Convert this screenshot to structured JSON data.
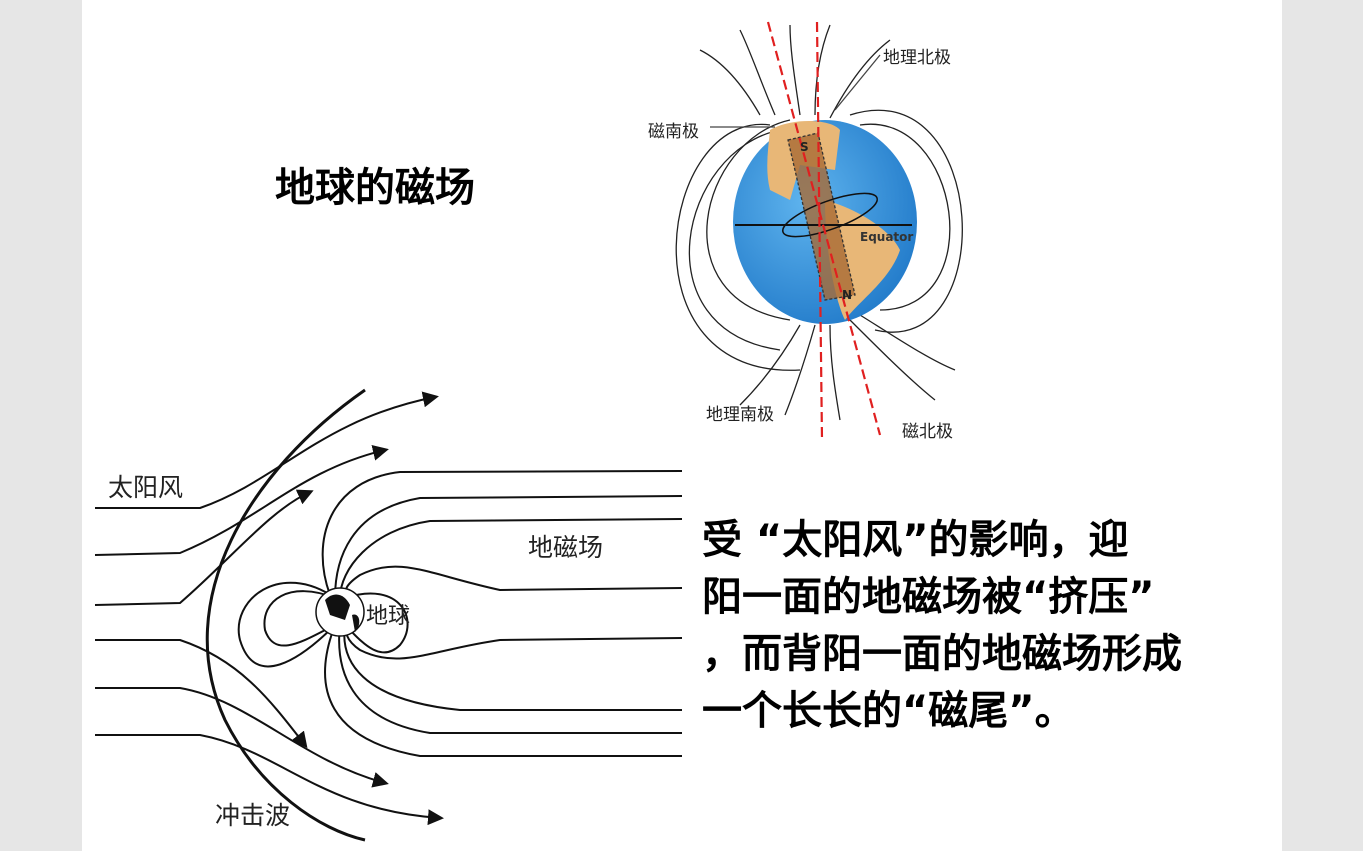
{
  "slide": {
    "title": "地球的磁场",
    "paragraph": [
      "受 “太阳风”的影响，迎",
      "阳一面的地磁场被“挤压”",
      "，而背阳一面的地磁场形成",
      "一个长长的“磁尾”。"
    ]
  },
  "globe_diagram": {
    "labels": {
      "geo_north": "地理北极",
      "mag_south": "磁南极",
      "geo_south": "地理南极",
      "mag_north": "磁北极",
      "s": "S",
      "n": "N",
      "equator": "Equator"
    },
    "colors": {
      "ocean": "#2f8fd8",
      "land": "#e8b777",
      "axis": "#e02020"
    }
  },
  "magnetosphere_diagram": {
    "labels": {
      "solar_wind": "太阳风",
      "geomagnetic_field": "地磁场",
      "earth": "地球",
      "shock_wave": "冲击波"
    }
  }
}
